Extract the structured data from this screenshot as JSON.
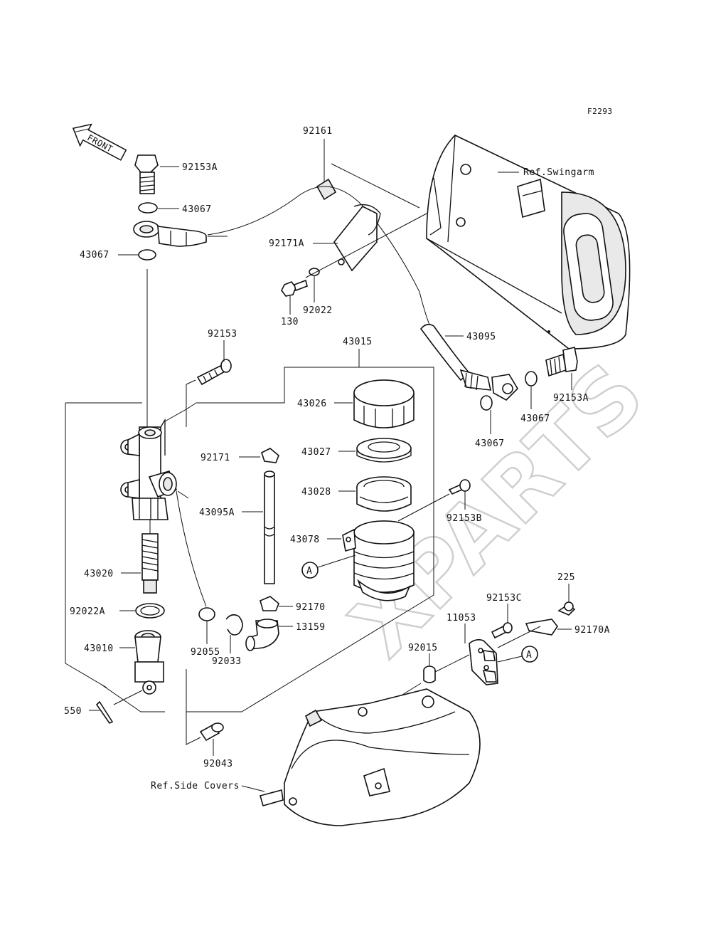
{
  "diagram_code": "F2293",
  "front_label": "FRONT",
  "watermark": "XPARTS",
  "refs": {
    "swingarm": "Ref.Swingarm",
    "side_covers": "Ref.Side Covers"
  },
  "callout_A": "A",
  "parts": {
    "p92161": "92161",
    "p92153A_top": "92153A",
    "p43067_top": "43067",
    "p43067_left": "43067",
    "p92171A": "92171A",
    "p130": "130",
    "p92022": "92022",
    "p92153": "92153",
    "p43015": "43015",
    "p43095": "43095",
    "p92153A_right": "92153A",
    "p43067_right": "43067",
    "p43067_lower": "43067",
    "p43026": "43026",
    "p92171": "92171",
    "p43027": "43027",
    "p43028": "43028",
    "p43095A": "43095A",
    "p92153B": "92153B",
    "p43078": "43078",
    "p43020": "43020",
    "p92022A": "92022A",
    "p92170": "92170",
    "p13159": "13159",
    "p225": "225",
    "p92153C": "92153C",
    "p11053": "11053",
    "p92170A": "92170A",
    "p43010": "43010",
    "p92055": "92055",
    "p92033": "92033",
    "p92015": "92015",
    "p550": "550",
    "p92043": "92043"
  }
}
